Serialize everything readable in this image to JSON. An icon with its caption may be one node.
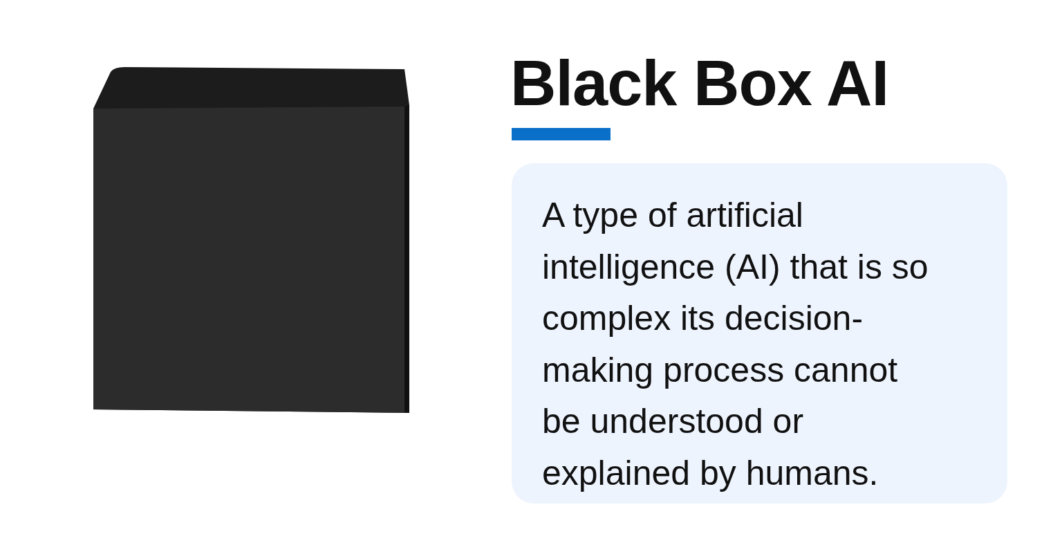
{
  "diagram": {
    "title": "Black Box AI",
    "nodes": [
      {
        "text": [],
        "shape": "bar"
      },
      {
        "text": [
          "A type of artificial intelligence (AI) that is so complex its decision-making process cannot be understood or explained by humans."
        ]
      }
    ]
  }
}
